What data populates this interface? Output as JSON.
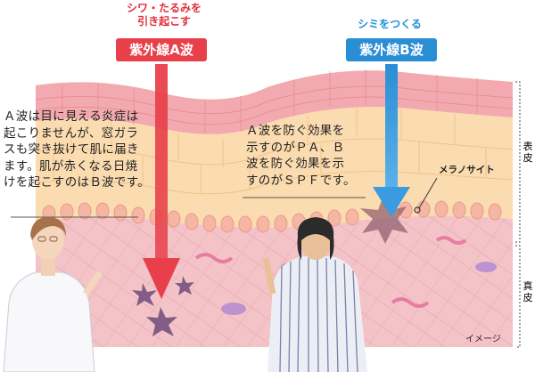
{
  "uva": {
    "caption_line1": "シワ・たるみを",
    "caption_line2": "引き起こす",
    "label": "紫外線A波"
  },
  "uvb": {
    "caption": "シミをつくる",
    "label": "紫外線B波"
  },
  "notes": {
    "left_line1": "Ａ波は目に見える炎症は",
    "left_line2": "起こりませんが、窓ガラ",
    "left_line3": "スも突き抜けて肌に届き",
    "left_line4": "ます。肌が赤くなる日焼",
    "left_line5": "けを起こすのはＢ波です。",
    "right_line1": "Ａ波を防ぐ効果を",
    "right_line2": "示すのがＰＡ、Ｂ",
    "right_line3": "波を防ぐ効果を示",
    "right_line4": "すのがＳＰＦです。"
  },
  "labels": {
    "melanocyte": "メラノサイト",
    "epidermis_1": "表",
    "epidermis_2": "皮",
    "dermis_1": "真",
    "dermis_2": "皮",
    "image_note": "イメージ"
  },
  "colors": {
    "uva_red": "#e8404a",
    "uvb_blue": "#2a8ed4",
    "dermis_pink": "#f3c3c8",
    "epidermis_orange": "#fbdcb0"
  }
}
